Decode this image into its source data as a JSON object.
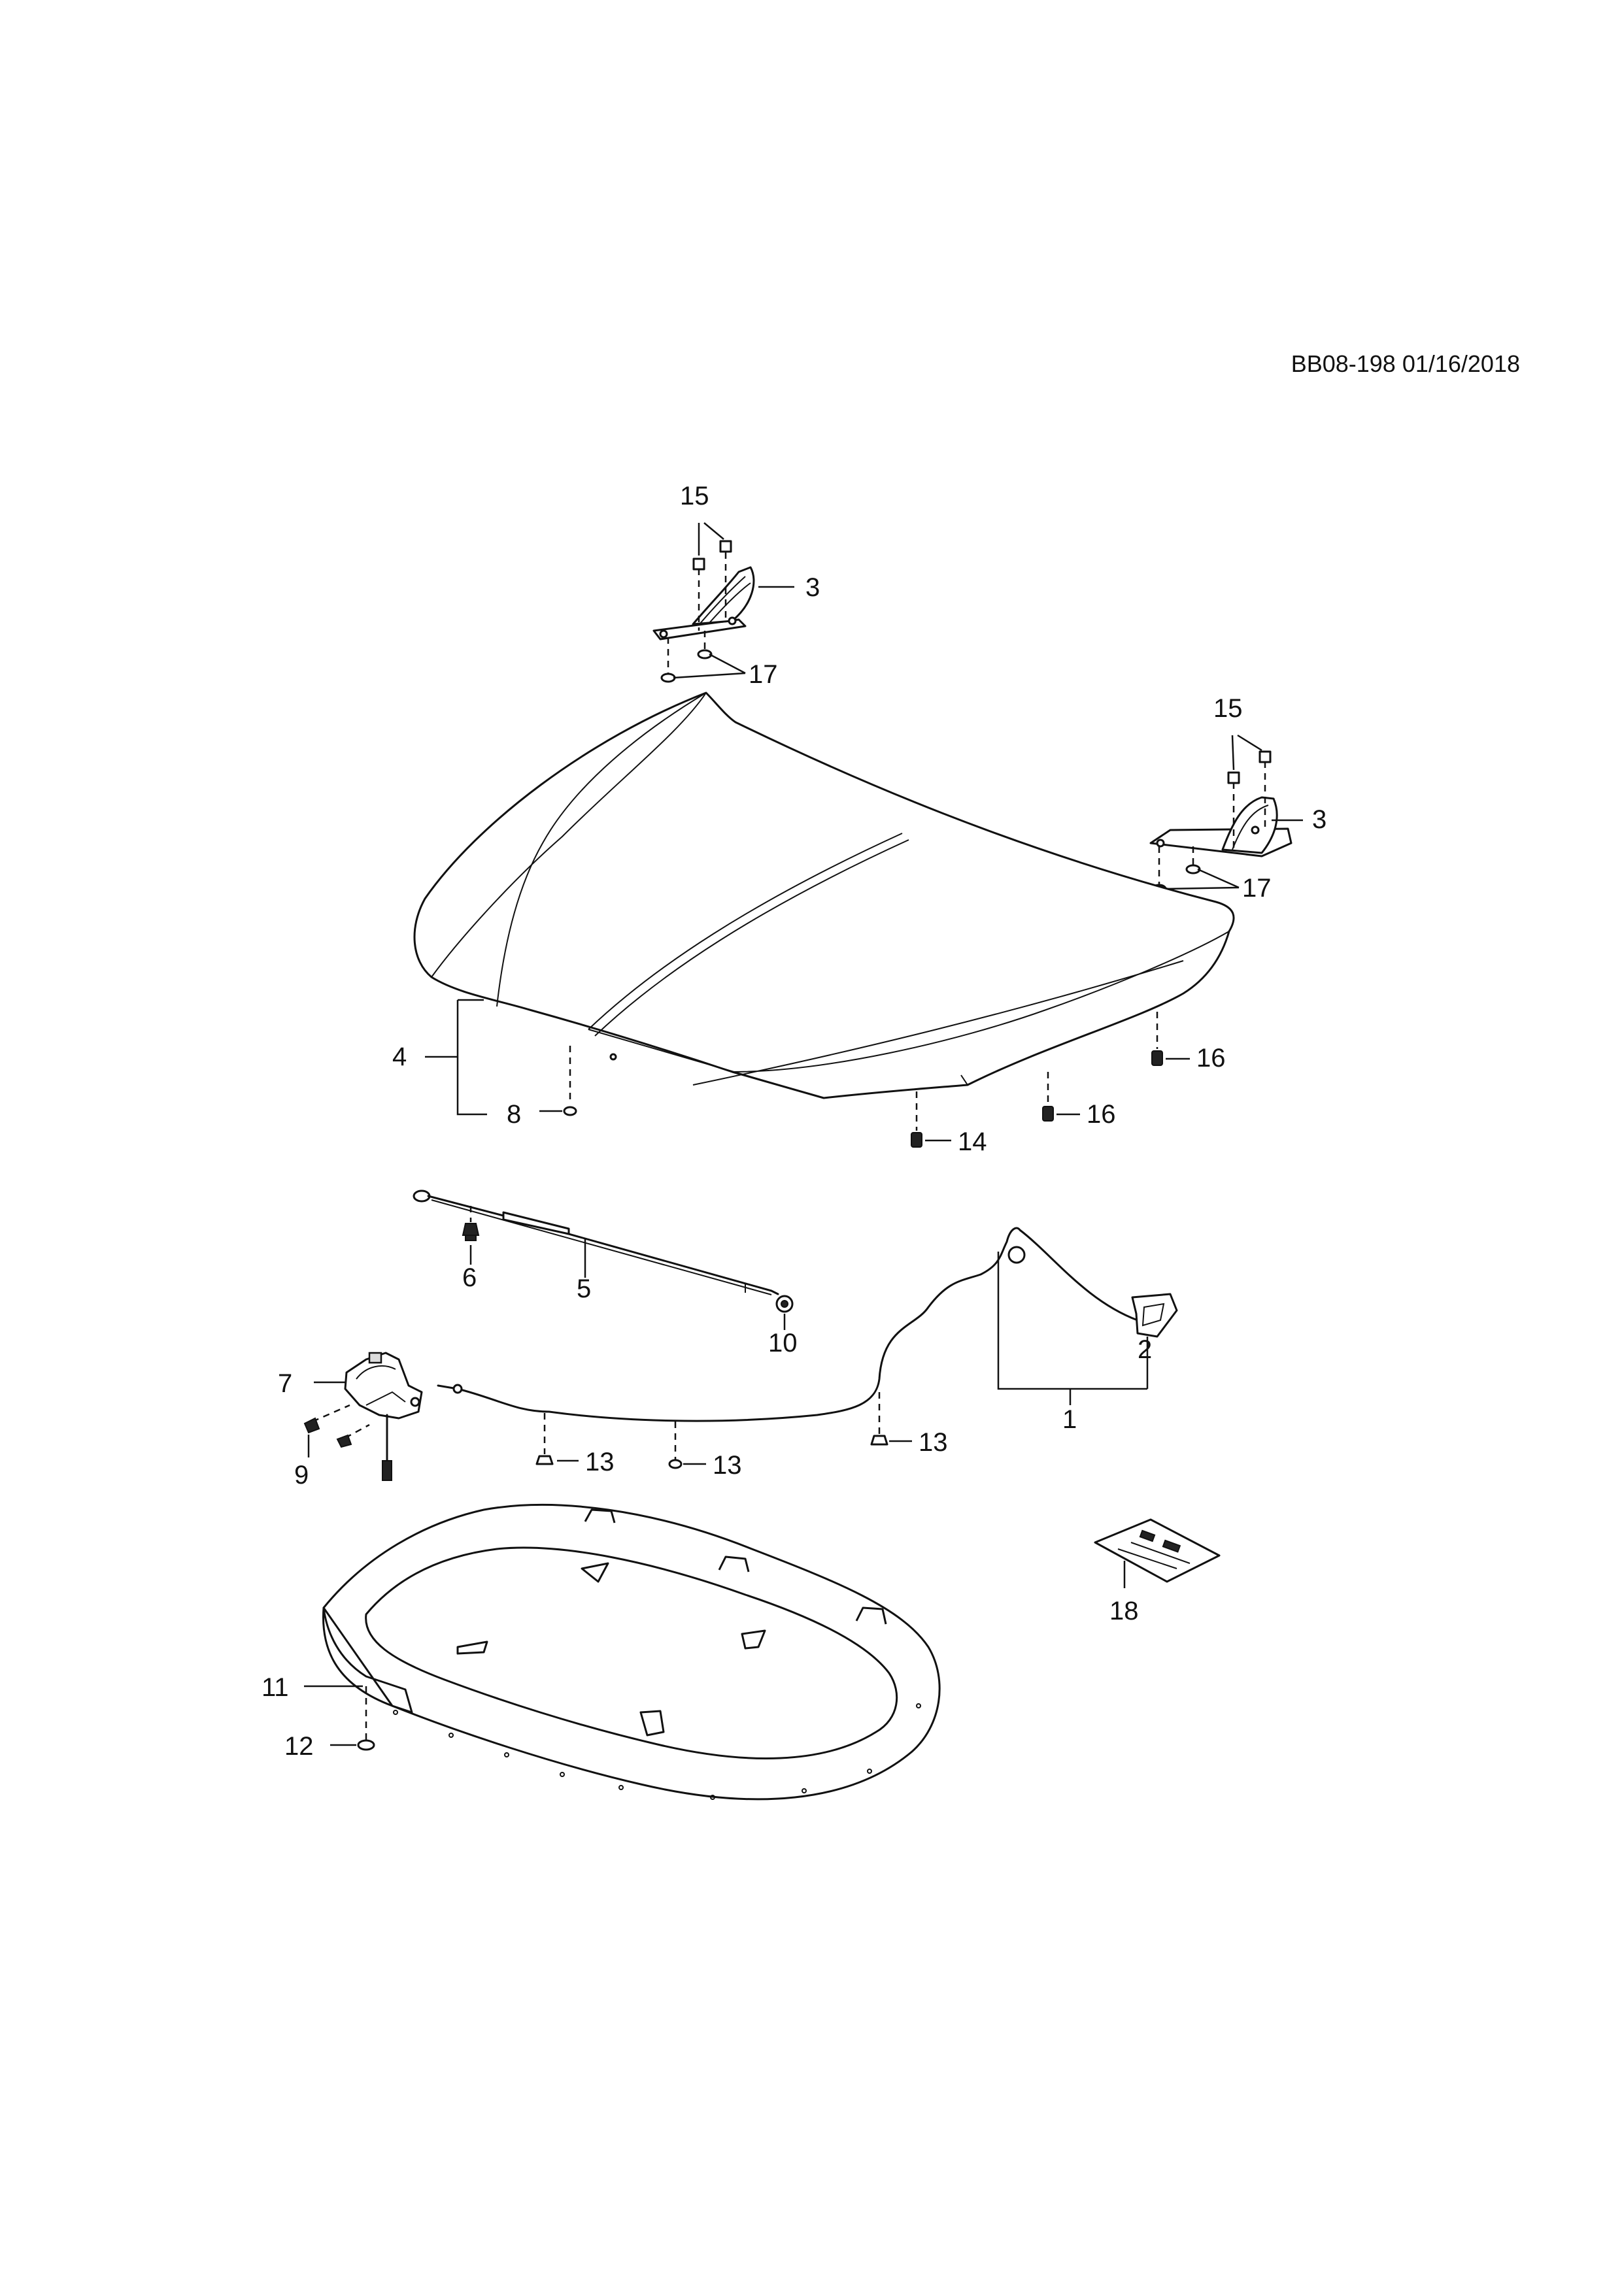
{
  "diagram": {
    "reference": "BB08-198 01/16/2018",
    "callouts": {
      "c1": "1",
      "c2": "2",
      "c3a": "3",
      "c3b": "3",
      "c4": "4",
      "c5": "5",
      "c6": "6",
      "c7": "7",
      "c8": "8",
      "c9": "9",
      "c10": "10",
      "c11": "11",
      "c12": "12",
      "c13a": "13",
      "c13b": "13",
      "c13c": "13",
      "c14": "14",
      "c15a": "15",
      "c15b": "15",
      "c16a": "16",
      "c16b": "16",
      "c17a": "17",
      "c17b": "17",
      "c18": "18"
    }
  }
}
